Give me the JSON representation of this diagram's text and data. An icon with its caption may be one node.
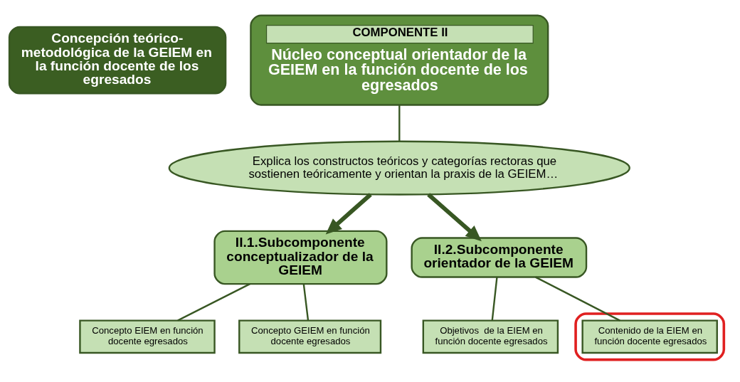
{
  "diagram": {
    "nodes": [
      {
        "text": [
          "Concepción teórico-metodológica de la GEIEM en la función docente de los egresados"
        ]
      },
      {
        "text": [
          "COMPONENTE II",
          "Núcleo conceptual orientador de la GEIEM en la función docente de los egresados"
        ]
      },
      {
        "text": [
          "Explica los constructos teóricos y categorías rectoras que sostienen teóricamente y orientan la praxis de la GEIEM…"
        ]
      },
      {
        "text": [
          "II.1.Subcomponente conceptualizador de la GEIEM"
        ]
      },
      {
        "text": [
          "II.2.Subcomponente orientador de la GEIEM"
        ]
      },
      {
        "text": [
          "Concepto EIEM en función docente egresados"
        ]
      },
      {
        "text": [
          "Concepto GEIEM en función docente egresados"
        ]
      },
      {
        "text": [
          "Objetivos  de la EIEM en función docente egresados"
        ]
      },
      {
        "text": [],
        "shape": "box"
      },
      {
        "text": [
          "Contenido de la EIEM en función docente egresados"
        ],
        "in": 8
      }
    ],
    "edges": [
      {
        "from": 1,
        "to": 2,
        "arrow": "none"
      },
      {
        "from": 2,
        "to": 3,
        "arrow": "to",
        "style": "thick"
      },
      {
        "from": 2,
        "to": 4,
        "arrow": "to",
        "style": "thick"
      },
      {
        "from": 3,
        "to": 5,
        "arrow": "none"
      },
      {
        "from": 3,
        "to": 6,
        "arrow": "none"
      },
      {
        "from": 4,
        "to": 7,
        "arrow": "none"
      },
      {
        "from": 4,
        "to": 9,
        "arrow": "none"
      }
    ]
  }
}
